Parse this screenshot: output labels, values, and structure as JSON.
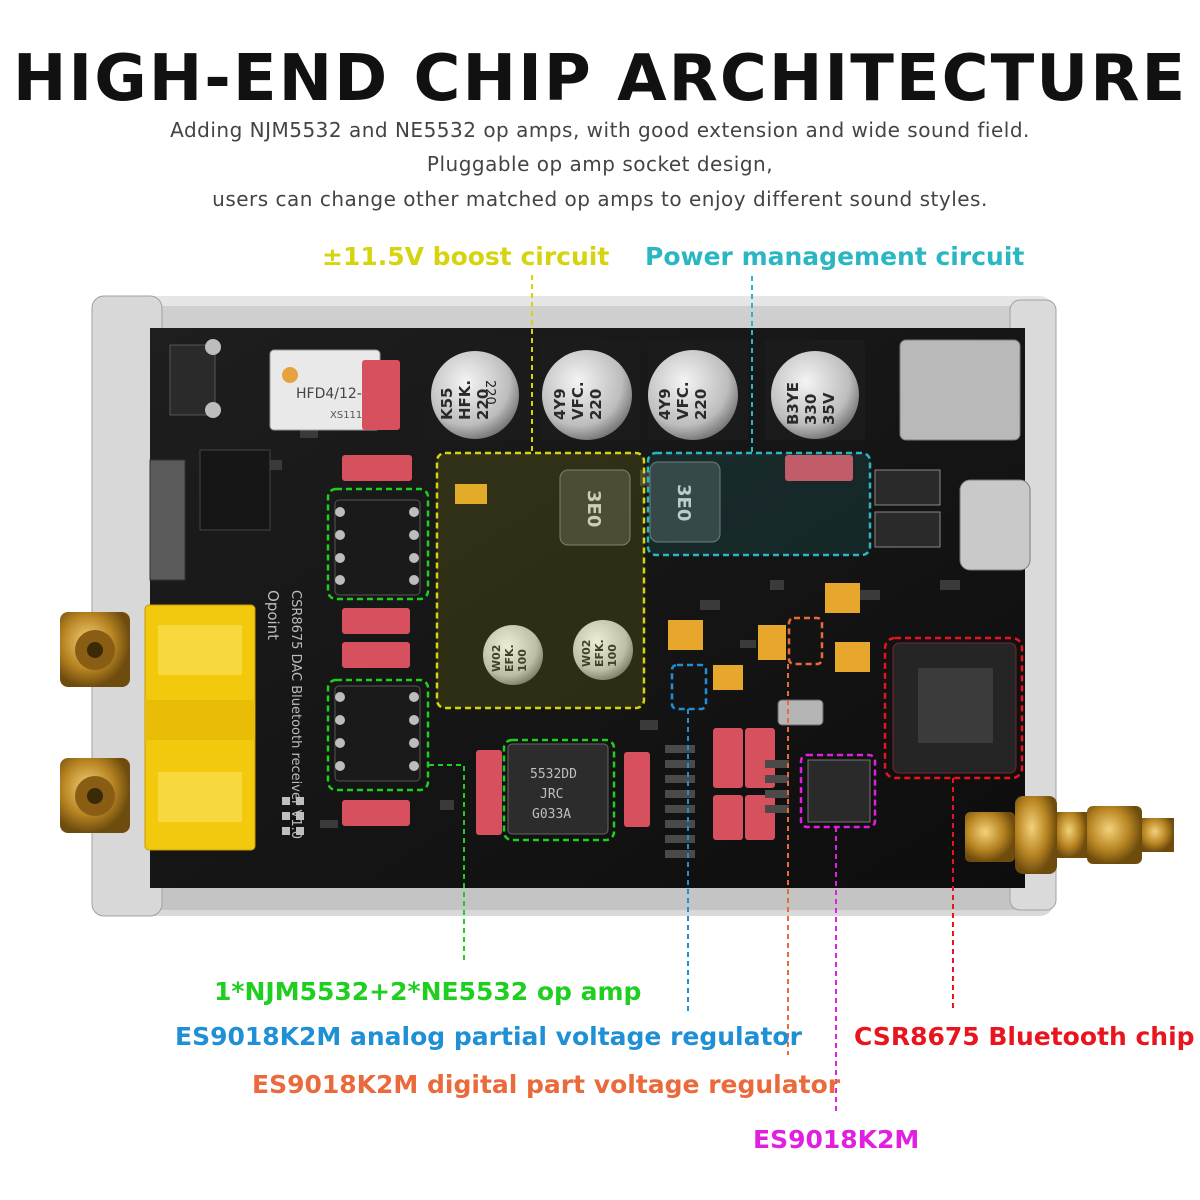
{
  "header": {
    "title": "HIGH-END CHIP ARCHITECTURE",
    "line1": "Adding NJM5532 and NE5532 op amps, with good extension and wide sound field.",
    "line2": "Pluggable op amp socket design,",
    "line3": "users can change other matched op amps to enjoy different sound styles."
  },
  "callouts": {
    "boost": {
      "label": "±11.5V boost circuit",
      "color": "#d6d40f"
    },
    "power": {
      "label": "Power management circuit",
      "color": "#2bb7c2"
    },
    "opamp": {
      "label": "1*NJM5532+2*NE5532 op amp",
      "color": "#1fcf1f"
    },
    "analog": {
      "label": "ES9018K2M analog partial voltage regulator",
      "color": "#1f8fd6"
    },
    "digital": {
      "label": "ES9018K2M digital part voltage regulator",
      "color": "#ea6a3c"
    },
    "bt": {
      "label": "CSR8675 Bluetooth chip",
      "color": "#e8141e"
    },
    "dac": {
      "label": "ES9018K2M",
      "color": "#e01fe0"
    }
  },
  "board_text": {
    "relay": "HFD4/12-S",
    "relay2": "XS1115",
    "cap1a": "220",
    "cap1b": "HFK.",
    "cap1c": "K55",
    "cap2a": "220",
    "cap2b": "VFC.",
    "cap2c": "4Y9",
    "cap3a": "220",
    "cap3b": "VFC.",
    "cap3c": "4Y9",
    "cap4a": "B3YE",
    "cap4b": "330",
    "cap4c": "35V",
    "ind1": "3E0",
    "ind2": "3E0",
    "scap1a": "100",
    "scap1b": "EFK.",
    "scap1c": "W02",
    "scap2a": "100",
    "scap2b": "EFK.",
    "scap2c": "W02",
    "njm1": "5532DD",
    "njm2": "JRC",
    "njm3": "G033A",
    "brand": "Opoint",
    "pcb": "CSR8675 DAC Bluetooth receiver V1.0"
  }
}
